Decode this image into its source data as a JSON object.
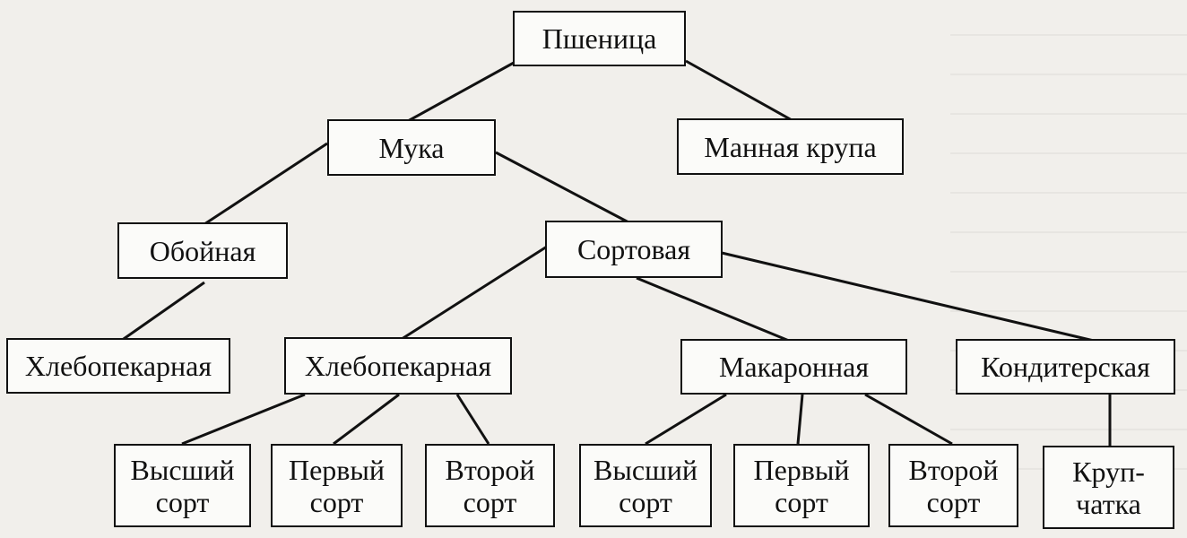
{
  "diagram": {
    "root": "Пшеница",
    "level1": {
      "flour": "Мука",
      "semolina": "Манная крупа"
    },
    "level2": {
      "wholemeal": "Обойная",
      "sorted": "Сортовая"
    },
    "level3": {
      "bakery_wholemeal": "Хлебопекарная",
      "bakery_sorted": "Хлебопекарная",
      "pasta": "Макаронная",
      "confectionery": "Кондитерская"
    },
    "level4": {
      "bakery_top": "Высший\nсорт",
      "bakery_first": "Первый\nсорт",
      "bakery_second": "Второй\nсорт",
      "pasta_top": "Высший\nсорт",
      "pasta_first": "Первый\nсорт",
      "pasta_second": "Второй\nсорт",
      "krupchatka": "Круп-\nчатка"
    }
  }
}
